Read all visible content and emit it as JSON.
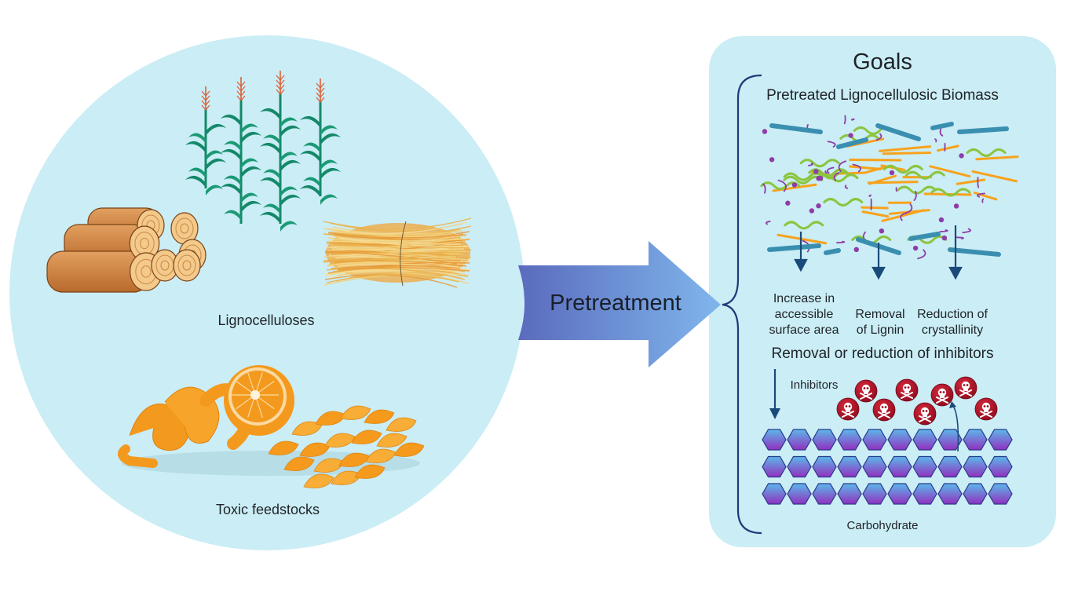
{
  "figure": {
    "left_group": {
      "labels": {
        "lignocelluloses": "Lignocelluloses",
        "toxic_feedstocks": "Toxic feedstocks"
      },
      "items": [
        {
          "name": "corn-plants",
          "group": "Lignocelluloses"
        },
        {
          "name": "wood-logs",
          "group": "Lignocelluloses"
        },
        {
          "name": "straw-bundle",
          "group": "Lignocelluloses"
        },
        {
          "name": "orange-peel",
          "group": "Toxic feedstocks"
        }
      ]
    },
    "process_arrow": {
      "label": "Pretreatment"
    },
    "goals_panel": {
      "title": "Goals",
      "biomass_section": {
        "title": "Pretreated Lignocellulosic Biomass",
        "outcomes": [
          {
            "line1": "Increase in",
            "line2": "accessible",
            "line3": "surface area"
          },
          {
            "line1": "Removal",
            "line2": "of Lignin"
          },
          {
            "line1": "Reduction of",
            "line2": "crystallinity"
          }
        ]
      },
      "inhibitor_section": {
        "title": "Removal or reduction of inhibitors",
        "arrow_label": "Inhibitors",
        "substrate_label": "Carbohydrate",
        "inhibitor_count": 8,
        "hexagon_rows": 3,
        "hexagons_per_row": 10
      }
    },
    "colors": {
      "panel_bg": "#cbedf5",
      "arrow_start": "#5a6fc0",
      "arrow_end": "#7fb4ea",
      "bracket": "#1f3a7a",
      "cellulose": "#3a8fb0",
      "hemicellulose": "#8bc53f",
      "lignin": "#8e3ca8",
      "orange_fiber": "#f7a21c",
      "inhibitor": "#b5152b",
      "hexagon_top": "#5cb3e8",
      "hexagon_bottom": "#8e2fc0"
    }
  }
}
